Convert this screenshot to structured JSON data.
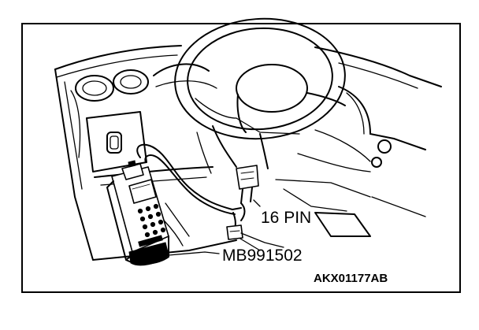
{
  "labels": {
    "connector": "16 PIN",
    "tool": "MB991502",
    "figure_code": "AKX01177AB"
  }
}
